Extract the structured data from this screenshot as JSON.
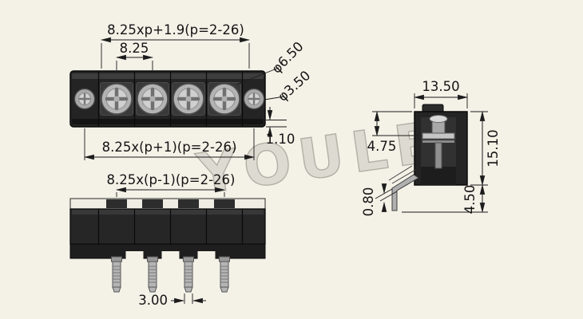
{
  "watermark": "YOULE",
  "colors": {
    "background": "#f4f1e7",
    "housing": "#262626",
    "metal": "#c0c0c0",
    "line": "#1c1c1c"
  },
  "front_view": {
    "dim_overall_top": "8.25xp+1.9(p=2-26)",
    "dim_pitch": "8.25",
    "dim_screw_dia": "φ6.50",
    "dim_hole_dia": "φ3.50",
    "dim_lip": "1.10",
    "dim_overall_bottom": "8.25x(p+1)(p=2-26)"
  },
  "pin_view": {
    "dim_pin_span": "8.25x(p-1)(p=2-26)",
    "dim_pin_width": "3.00"
  },
  "side_view": {
    "dim_width": "13.50",
    "dim_screw_depth": "4.75",
    "dim_height": "15.10",
    "dim_pin_thickness": "0.80",
    "dim_pin_length": "4.50"
  }
}
